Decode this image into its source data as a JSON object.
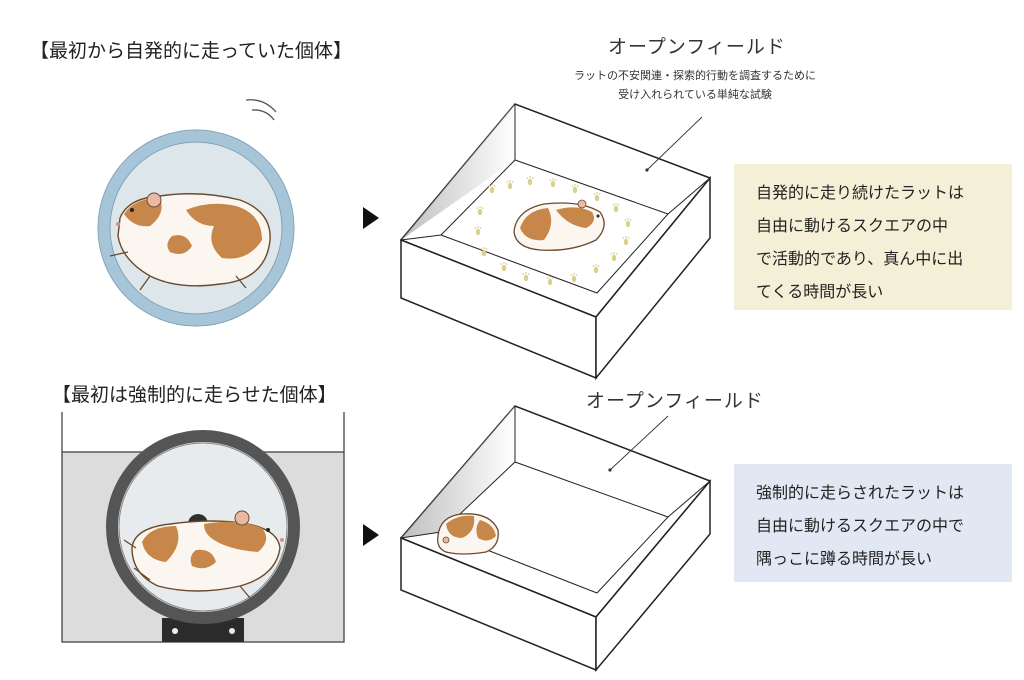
{
  "top": {
    "label": "【最初から自発的に走っていた個体】",
    "field_title": "オープンフィールド",
    "field_desc_lines": [
      "ラットの不安関連・探索的行動を調査するために",
      "受け入れられている単純な試験"
    ],
    "note_lines": [
      "自発的に走り続けたラットは",
      "自由に動けるスクエアの中",
      "で活動的であり、真ん中に出",
      "てくる時間が長い"
    ]
  },
  "bottom": {
    "label": "【最初は強制的に走らせた個体】",
    "field_title": "オープンフィールド",
    "note_lines": [
      "強制的に走らされたラットは",
      "自由に動けるスクエアの中で",
      "隅っこに蹲る時間が長い"
    ]
  },
  "colors": {
    "note_yellow": "#f4f0d7",
    "note_blue": "#e1e7f3",
    "wheel_ring_top": "#9fc1d8",
    "wheel_ring_bottom": "#4a4a4a",
    "fur_orange": "#c8874a"
  }
}
